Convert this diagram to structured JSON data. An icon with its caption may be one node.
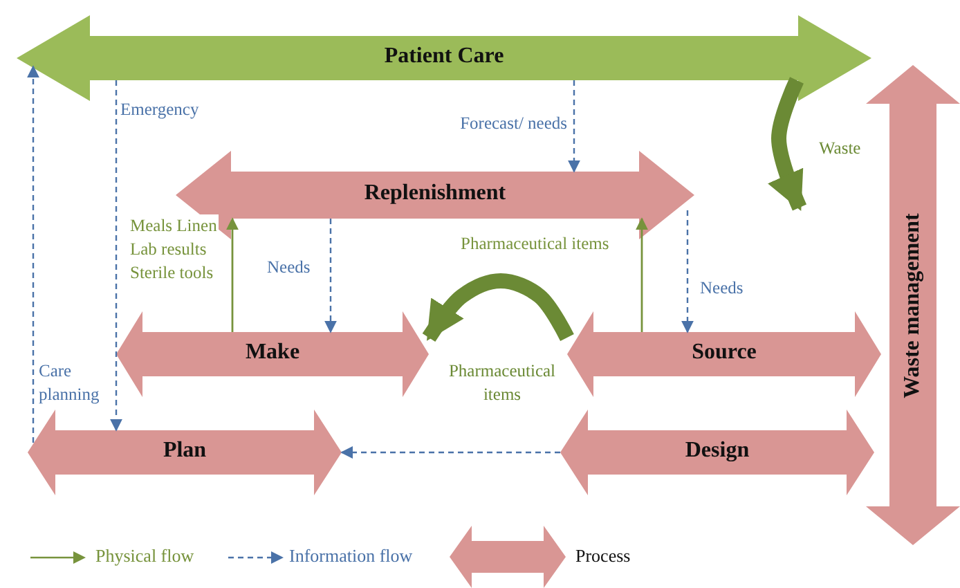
{
  "diagram": {
    "nodes": [
      {
        "text": [
          "Patient Care"
        ]
      },
      {
        "text": [
          "Replenishment"
        ]
      },
      {
        "text": [
          "Make"
        ]
      },
      {
        "text": [
          "Source"
        ]
      },
      {
        "text": [
          "Plan"
        ]
      },
      {
        "text": [
          "Design"
        ]
      },
      {
        "text": [
          "Waste management"
        ]
      }
    ],
    "edges": [
      {
        "from": 0,
        "to": 4,
        "arrow": "to",
        "label": "Emergency",
        "style": "dashed"
      },
      {
        "from": 4,
        "to": 0,
        "arrow": "to",
        "label": "Care planning",
        "style": "dashed"
      },
      {
        "from": 0,
        "to": 1,
        "arrow": "to",
        "label": "Forecast/ needs",
        "style": "dashed"
      },
      {
        "from": 2,
        "to": 1,
        "arrow": "to",
        "label": "Meals Linen Lab results Sterile tools",
        "color": "#77933c"
      },
      {
        "from": 1,
        "to": 2,
        "arrow": "to",
        "label": "Needs",
        "style": "dashed"
      },
      {
        "from": 3,
        "to": 1,
        "arrow": "to",
        "label": "Pharmaceutical items",
        "color": "#77933c"
      },
      {
        "from": 1,
        "to": 3,
        "arrow": "to",
        "label": "Needs",
        "style": "dashed"
      },
      {
        "from": 5,
        "to": 4,
        "arrow": "to",
        "style": "dashed"
      },
      {
        "from": 3,
        "to": 2,
        "arrow": "to",
        "label": "Pharmaceutical items",
        "style": "thick",
        "color": "#6b8a35"
      },
      {
        "from": 0,
        "to": null,
        "arrow": "to",
        "label": "Waste",
        "style": "thick",
        "color": "#6b8a35"
      }
    ],
    "legend": [
      {
        "text": "Physical flow"
      },
      {
        "text": "Information flow"
      },
      {
        "text": "Process"
      }
    ]
  }
}
